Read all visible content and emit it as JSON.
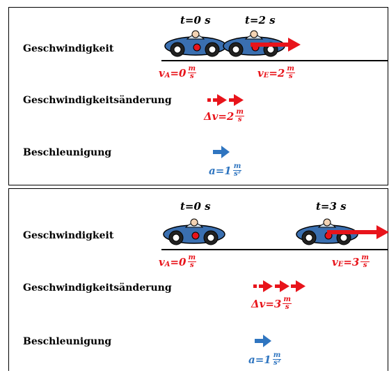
{
  "colors": {
    "red": "#e8141b",
    "blue": "#2f75c0",
    "car_body": "#3a6fb0"
  },
  "panels": [
    {
      "speed_label": "Geschwindigkeit",
      "dv_label": "Geschwindigkeitsänderung",
      "acc_label": "Beschleunigung",
      "t_start": "t=0 s",
      "t_end": "t=2 s",
      "vA": {
        "sym": "v",
        "sub": "A",
        "val": "=0",
        "num": "m",
        "den": "s"
      },
      "vE": {
        "sym": "v",
        "sub": "E",
        "val": "=2",
        "num": "m",
        "den": "s"
      },
      "dv": {
        "sym": "Δv",
        "val": "=2",
        "num": "m",
        "den": "s"
      },
      "a": {
        "sym": "a",
        "val": "=1",
        "num": "m",
        "den": "s²"
      },
      "dv_arrow_count": 2,
      "acc_arrow_count": 1
    },
    {
      "speed_label": "Geschwindigkeit",
      "dv_label": "Geschwindigkeitsänderung",
      "acc_label": "Beschleunigung",
      "t_start": "t=0 s",
      "t_end": "t=3 s",
      "vA": {
        "sym": "v",
        "sub": "A",
        "val": "=0",
        "num": "m",
        "den": "s"
      },
      "vE": {
        "sym": "v",
        "sub": "E",
        "val": "=3",
        "num": "m",
        "den": "s"
      },
      "dv": {
        "sym": "Δv",
        "val": "=3",
        "num": "m",
        "den": "s"
      },
      "a": {
        "sym": "a",
        "val": "=1",
        "num": "m",
        "den": "s²"
      },
      "dv_arrow_count": 3,
      "acc_arrow_count": 1
    }
  ]
}
